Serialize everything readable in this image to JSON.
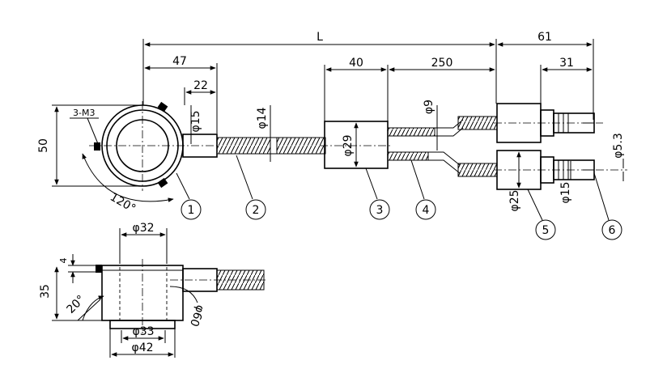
{
  "dimensions": {
    "overall_length": "L",
    "dim_47": "47",
    "dim_22": "22",
    "dim_40": "40",
    "dim_250": "250",
    "dim_61": "61",
    "dim_31": "31",
    "dim_50": "50",
    "dia_15_top": "φ15",
    "dia_14": "φ14",
    "dia_29": "φ29",
    "dia_9": "φ9",
    "dia_25": "φ25",
    "dia_15_right": "φ15",
    "dia_5_3": "φ5.3",
    "thread_spec": "3-M3",
    "angle_120": "120°",
    "dia_32": "φ32",
    "dim_4": "4",
    "dim_35": "35",
    "angle_20": "20°",
    "dia_60": "φ60",
    "dia_33": "φ33",
    "dia_42": "φ42"
  },
  "callouts": [
    "1",
    "2",
    "3",
    "4",
    "5",
    "6"
  ]
}
